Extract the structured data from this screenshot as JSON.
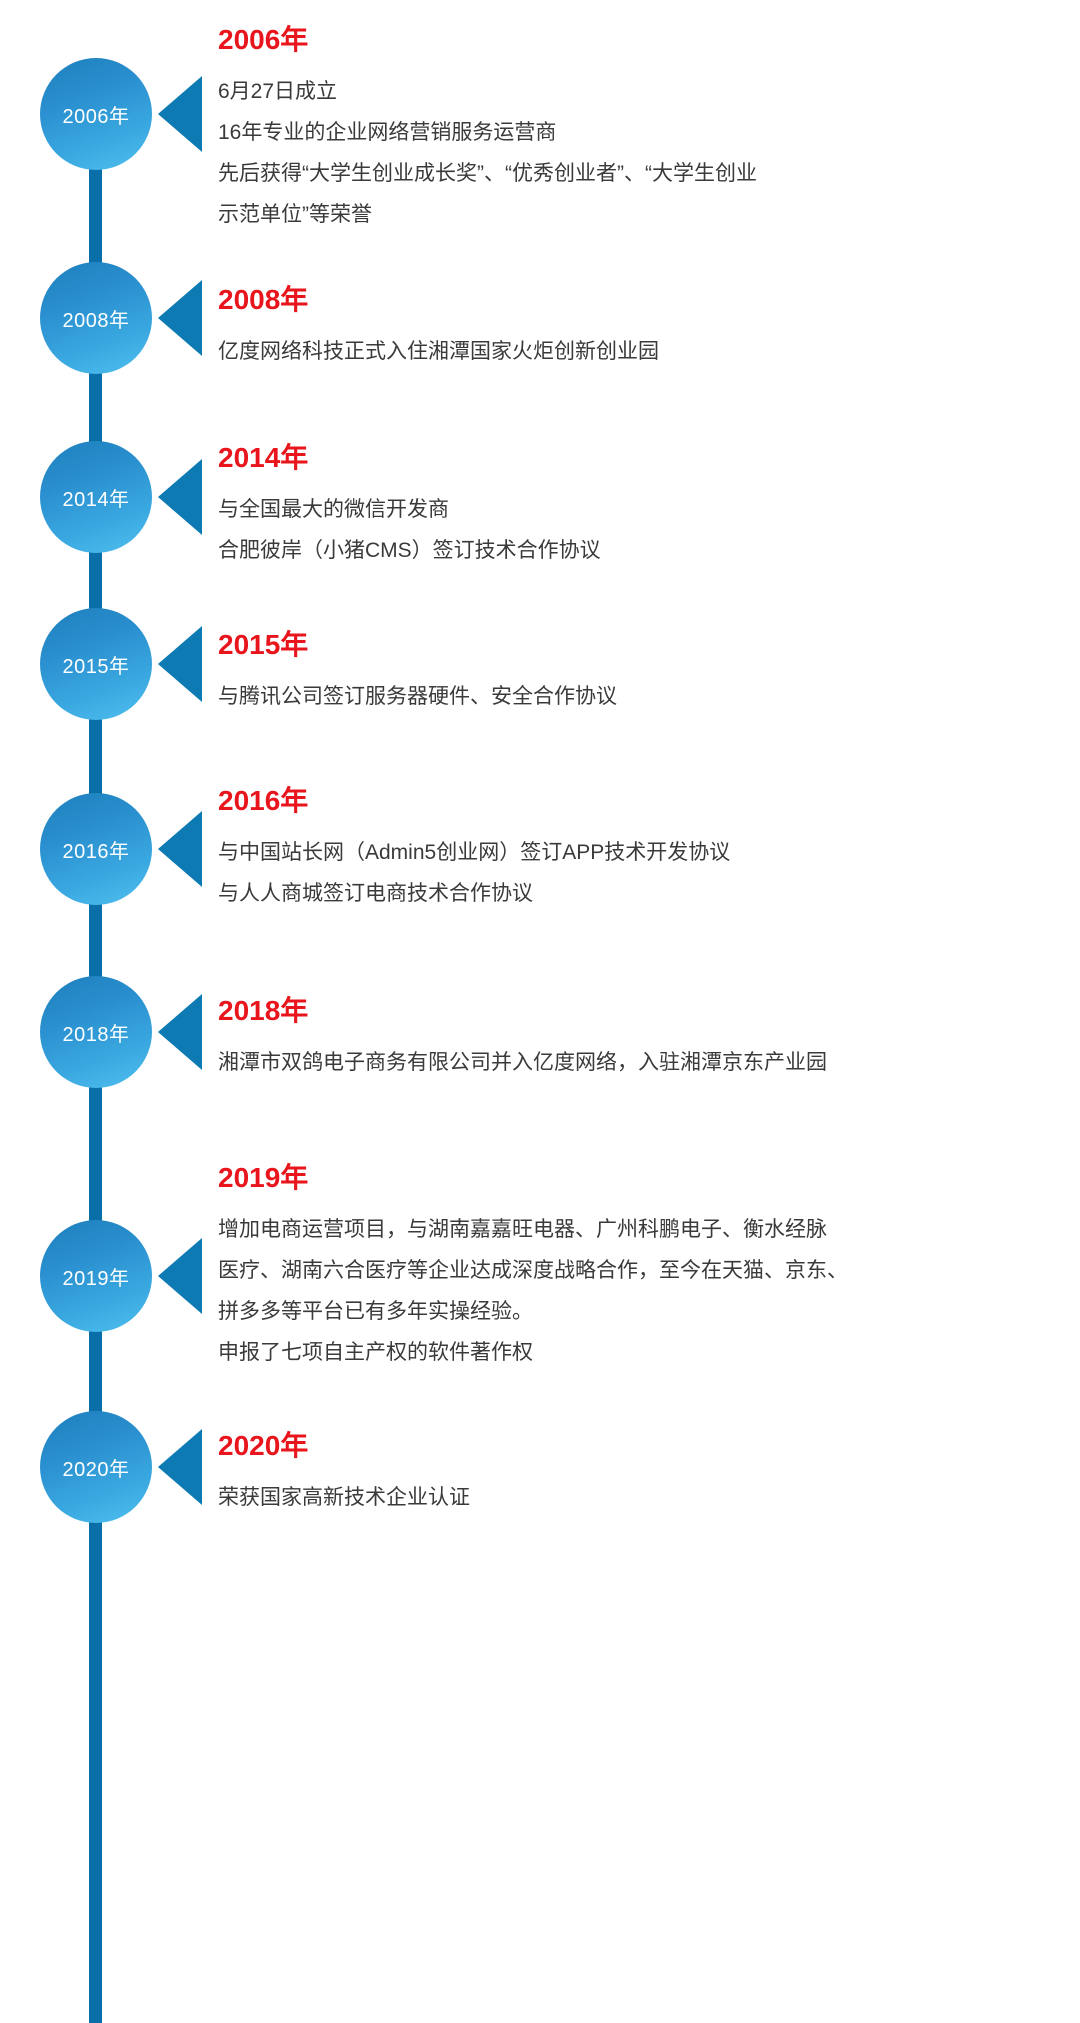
{
  "theme": {
    "spine_color": "#0a6fa8",
    "node_gradient_from": "#1e7fbc",
    "node_gradient_to": "#4fc0ef",
    "arrow_color": "#0d7ab3",
    "heading_color": "#e8151d",
    "body_color": "#3a3a3a",
    "background": "#ffffff"
  },
  "timeline": {
    "events": [
      {
        "node_label": "2006年",
        "heading": "2006年",
        "lines": [
          "6月27日成立",
          "16年专业的企业网络营销服务运营商",
          "先后获得“大学生创业成长奖”、“优秀创业者”、“大学生创业",
          "示范单位”等荣誉"
        ]
      },
      {
        "node_label": "2008年",
        "heading": "2008年",
        "lines": [
          "亿度网络科技正式入住湘潭国家火炬创新创业园"
        ]
      },
      {
        "node_label": "2014年",
        "heading": "2014年",
        "lines": [
          "与全国最大的微信开发商",
          "合肥彼岸（小猪CMS）签订技术合作协议"
        ]
      },
      {
        "node_label": "2015年",
        "heading": "2015年",
        "lines": [
          "与腾讯公司签订服务器硬件、安全合作协议"
        ]
      },
      {
        "node_label": "2016年",
        "heading": "2016年",
        "lines": [
          "与中国站长网（Admin5创业网）签订APP技术开发协议",
          "与人人商城签订电商技术合作协议"
        ]
      },
      {
        "node_label": "2018年",
        "heading": "2018年",
        "lines": [
          "湘潭市双鸽电子商务有限公司并入亿度网络，入驻湘潭京东产业园"
        ]
      },
      {
        "node_label": "2019年",
        "heading": "2019年",
        "lines": [
          "增加电商运营项目，与湖南嘉嘉旺电器、广州科鹏电子、衡水经脉",
          "医疗、湖南六合医疗等企业达成深度战略合作，至今在天猫、京东、",
          "拼多多等平台已有多年实操经验。",
          "申报了七项自主产权的软件著作权"
        ]
      },
      {
        "node_label": "2020年",
        "heading": "2020年",
        "lines": [
          "荣获国家高新技术企业认证"
        ]
      }
    ]
  }
}
